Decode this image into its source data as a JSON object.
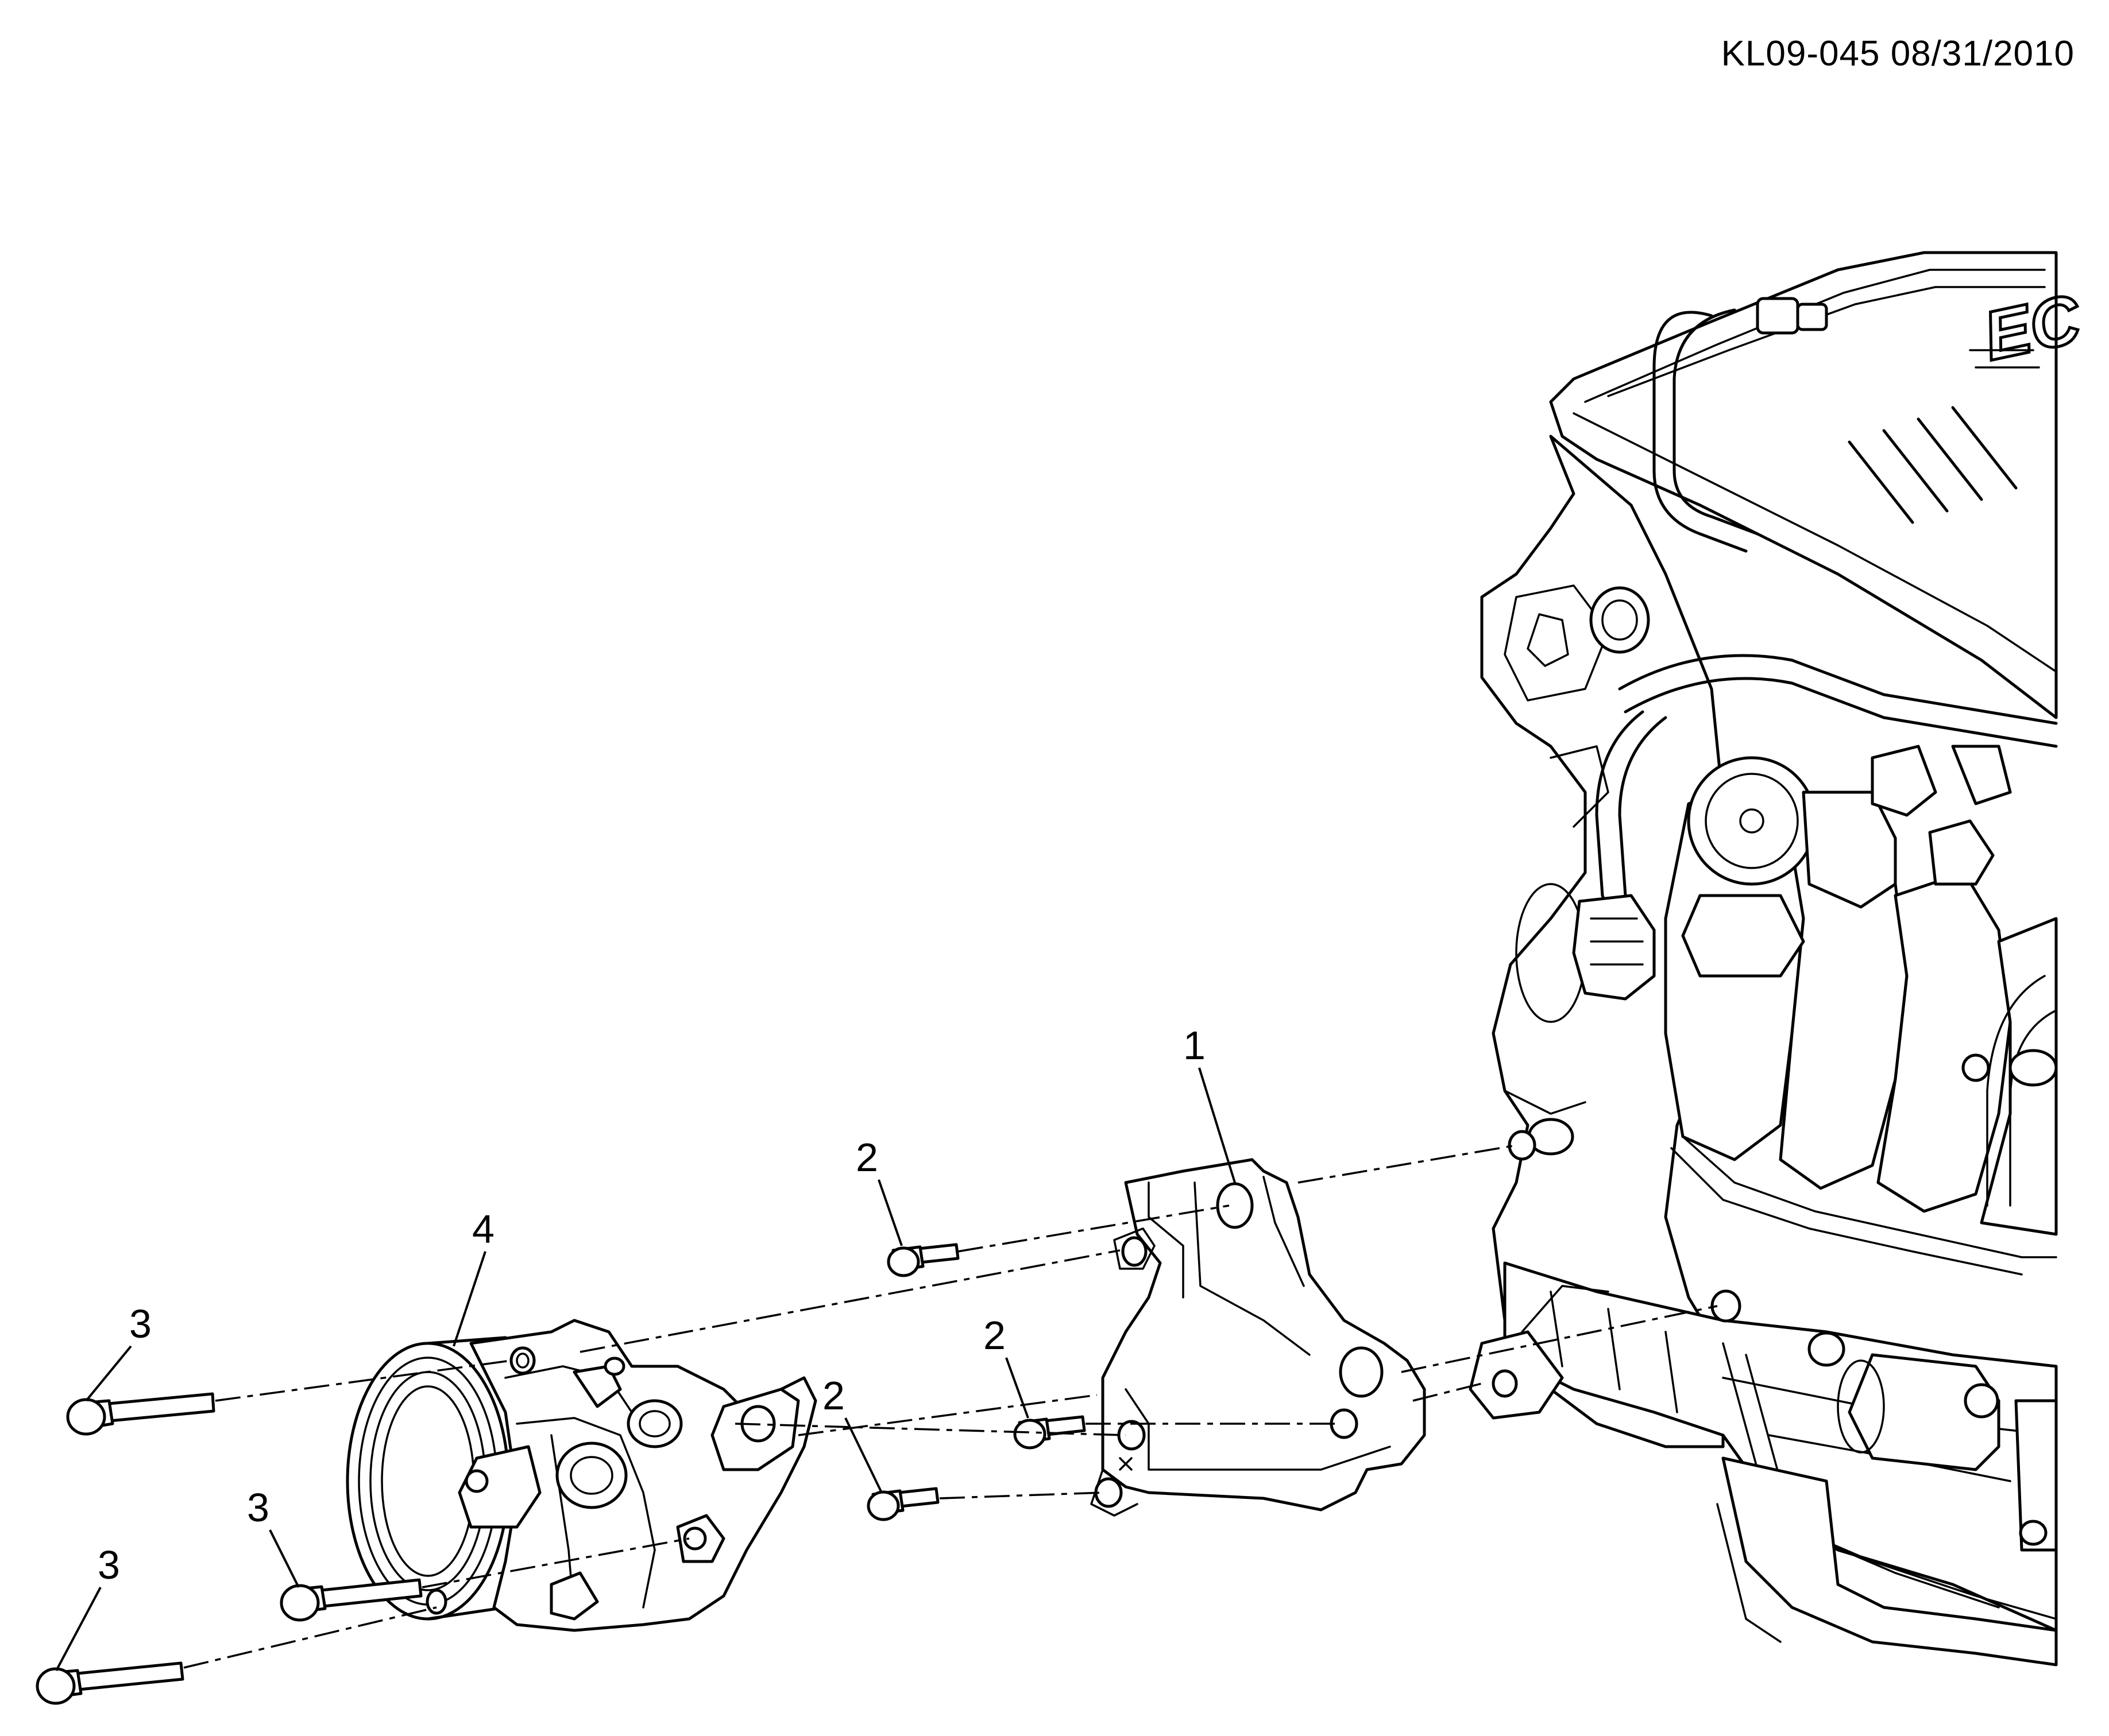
{
  "header": {
    "doc_id": "KL09-045 08/31/2010"
  },
  "engine_cover_text": "EC",
  "callouts": [
    {
      "id": "c1",
      "label": "1"
    },
    {
      "id": "c2a",
      "label": "2"
    },
    {
      "id": "c2b",
      "label": "2"
    },
    {
      "id": "c2c",
      "label": "2"
    },
    {
      "id": "c3a",
      "label": "3"
    },
    {
      "id": "c3b",
      "label": "3"
    },
    {
      "id": "c3c",
      "label": "3"
    },
    {
      "id": "c4",
      "label": "4"
    }
  ]
}
